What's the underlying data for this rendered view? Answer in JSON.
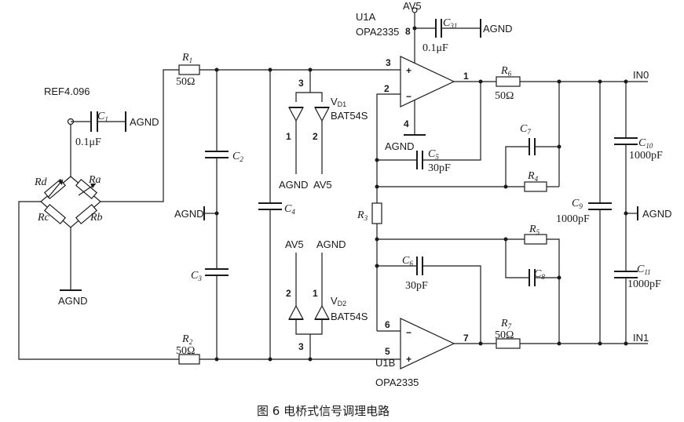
{
  "caption": "图 6    电桥式信号调理电路",
  "net": {
    "ref": "REF4.096",
    "agnd": "AGND",
    "av5": "AV5",
    "in0": "IN0",
    "in1": "IN1"
  },
  "u1a": {
    "ref": "U1A",
    "part": "OPA2335",
    "pin_out": "1",
    "pin_noninv": "3",
    "pin_inv": "2",
    "pin_vcc": "8",
    "pin_gnd": "4"
  },
  "u1b": {
    "ref": "U1B",
    "part": "OPA2335",
    "pin_out": "7",
    "pin_noninv": "5",
    "pin_inv": "6"
  },
  "diodes": {
    "vd1": {
      "ref": "V",
      "sub": "D1",
      "part": "BAT54S",
      "pin1": "1",
      "pin2": "2",
      "pin3": "3"
    },
    "vd2": {
      "ref": "V",
      "sub": "D2",
      "part": "BAT54S",
      "pin1": "1",
      "pin2": "2",
      "pin3": "3"
    }
  },
  "bridge": {
    "ra": "Ra",
    "rb": "Rb",
    "rc": "Rc",
    "rd": "Rd"
  },
  "components": {
    "r1": {
      "ref": "R",
      "sub": "1",
      "value": "50Ω"
    },
    "r2": {
      "ref": "R",
      "sub": "2",
      "value": "50Ω"
    },
    "r3": {
      "ref": "R",
      "sub": "3"
    },
    "r4": {
      "ref": "R",
      "sub": "4"
    },
    "r5": {
      "ref": "R",
      "sub": "5"
    },
    "r6": {
      "ref": "R",
      "sub": "6",
      "value": "50Ω"
    },
    "r7": {
      "ref": "R",
      "sub": "7",
      "value": "50Ω"
    },
    "c1": {
      "ref": "C",
      "sub": "1",
      "value": "0.1μF"
    },
    "c2": {
      "ref": "C",
      "sub": "2"
    },
    "c3": {
      "ref": "C",
      "sub": "3"
    },
    "c4": {
      "ref": "C",
      "sub": "4"
    },
    "c5": {
      "ref": "C",
      "sub": "5",
      "value": "30pF"
    },
    "c6": {
      "ref": "C",
      "sub": "6",
      "value": "30pF"
    },
    "c7": {
      "ref": "C",
      "sub": "7"
    },
    "c8": {
      "ref": "C",
      "sub": "8"
    },
    "c9": {
      "ref": "C",
      "sub": "9",
      "value": "1000pF"
    },
    "c10": {
      "ref": "C",
      "sub": "10",
      "value": "1000pF"
    },
    "c11": {
      "ref": "C",
      "sub": "11",
      "value": "1000pF"
    },
    "c31": {
      "ref": "C",
      "sub": "31",
      "value": "0.1μF"
    }
  }
}
